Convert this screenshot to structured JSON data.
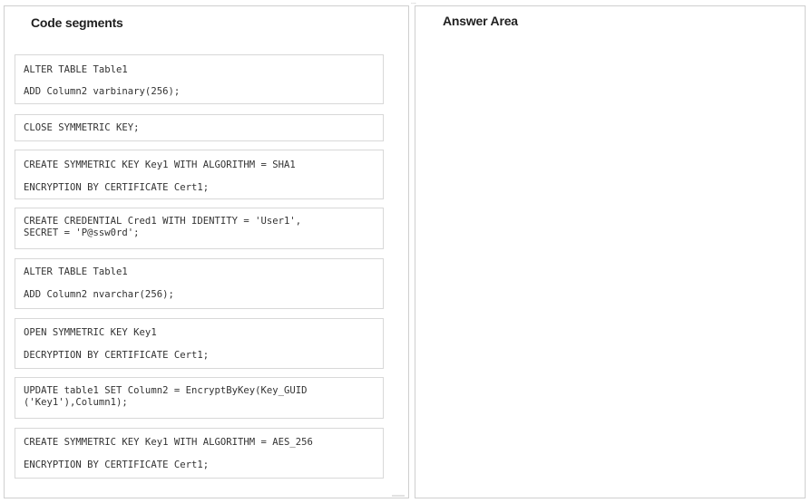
{
  "code_panel": {
    "title": "Code segments"
  },
  "answer_panel": {
    "title": "Answer Area"
  },
  "drag_handle": "...",
  "segments": [
    {
      "lines": [
        "ALTER TABLE Table1",
        "ADD Column2 varbinary(256);"
      ]
    },
    {
      "lines": [
        "CLOSE SYMMETRIC KEY;"
      ]
    },
    {
      "lines": [
        "CREATE SYMMETRIC KEY Key1 WITH ALGORITHM = SHA1",
        "ENCRYPTION BY CERTIFICATE Cert1;"
      ]
    },
    {
      "lines": [
        "CREATE CREDENTIAL Cred1 WITH IDENTITY = 'User1',",
        "SECRET = 'P@ssw0rd';"
      ]
    },
    {
      "lines": [
        "ALTER TABLE Table1",
        "ADD Column2 nvarchar(256);"
      ]
    },
    {
      "lines": [
        "OPEN SYMMETRIC KEY Key1",
        "DECRYPTION BY CERTIFICATE Cert1;"
      ]
    },
    {
      "lines": [
        "UPDATE table1 SET Column2 = EncryptByKey(Key_GUID",
        "('Key1'),Column1);"
      ]
    },
    {
      "lines": [
        "CREATE SYMMETRIC KEY Key1 WITH ALGORITHM = AES_256",
        "ENCRYPTION BY CERTIFICATE Cert1;"
      ]
    }
  ]
}
